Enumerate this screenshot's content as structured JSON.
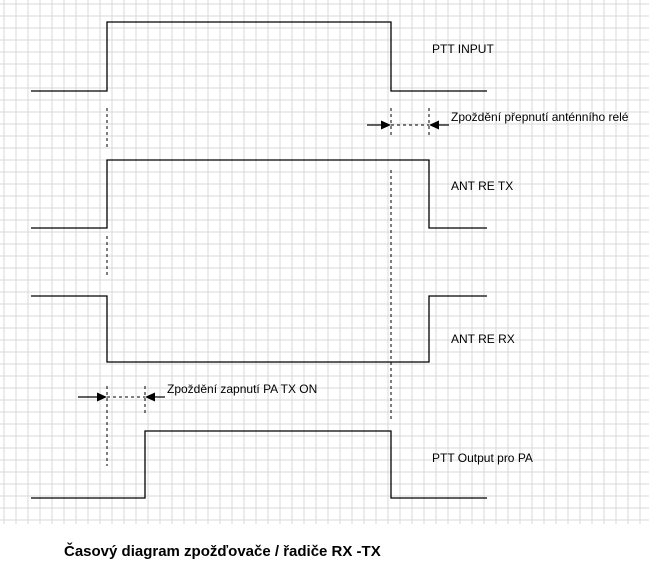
{
  "labels": {
    "ptt_input": "PTT INPUT",
    "ant_relay_delay": "Zpoždění přepnutí anténního relé",
    "ant_re_tx": "ANT RE TX",
    "ant_re_rx": "ANT RE RX",
    "pa_on_delay": "Zpoždění zapnutí PA TX ON",
    "ptt_output": "PTT Output pro PA"
  },
  "title": "Časový diagram zpožďovače / řadiče RX -TX",
  "colors": {
    "background": "#ffffff",
    "grid": "#d9d9d9",
    "line": "#000000"
  }
}
